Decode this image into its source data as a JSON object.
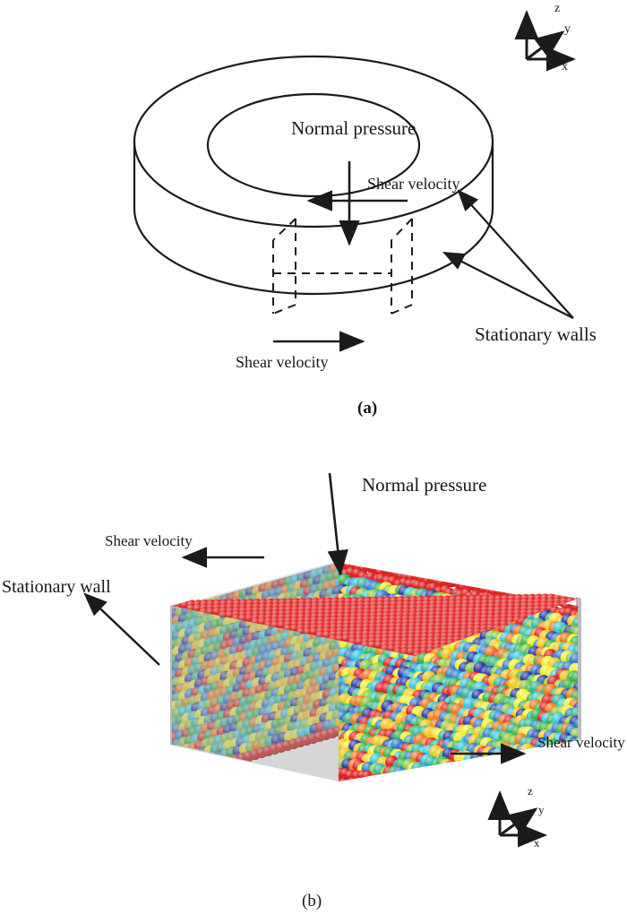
{
  "figure": {
    "panels": [
      {
        "id": "a",
        "panel_label": "(a)",
        "caption_style": "bold",
        "description": "Annular shear cell ring with dashed representative volume element",
        "annotations": [
          {
            "name": "normal-pressure",
            "text": "Normal pressure",
            "arrow": "down"
          },
          {
            "name": "shear-velocity-top",
            "text": "Shear velocity",
            "arrow": "left"
          },
          {
            "name": "stationary-walls",
            "text": "Stationary walls",
            "arrow": "two-leaders-up-left"
          },
          {
            "name": "shear-velocity-bottom",
            "text": "Shear velocity",
            "arrow": "right"
          }
        ],
        "axes": {
          "name": "coordinate-axes",
          "x": "x",
          "y": "y",
          "z": "z"
        }
      },
      {
        "id": "b",
        "panel_label": "(b)",
        "caption_style": "regular",
        "description": "DEM periodic box of packed spheres with red wall layers",
        "annotations": [
          {
            "name": "normal-pressure",
            "text": "Normal pressure",
            "arrow": "down"
          },
          {
            "name": "shear-velocity-top",
            "text": "Shear velocity",
            "arrow": "left"
          },
          {
            "name": "stationary-wall",
            "text": "Stationary wall",
            "arrow": "up-left"
          },
          {
            "name": "shear-velocity-bottom",
            "text": "Shear velocity",
            "arrow": "right"
          }
        ],
        "axes": {
          "name": "coordinate-axes",
          "x": "x",
          "y": "y",
          "z": "z"
        }
      }
    ]
  },
  "colors": {
    "ink": "#1b1b1b",
    "wall_particle": "#e01b1b",
    "wall_plane": "#b9b9bd",
    "bulk_palette": [
      "#e02020",
      "#f07818",
      "#f5c518",
      "#f2ee2a",
      "#8cc83c",
      "#35b14a",
      "#2fb89a",
      "#35c8e0",
      "#2f7fd0",
      "#2637a8"
    ],
    "background": "#ffffff"
  }
}
